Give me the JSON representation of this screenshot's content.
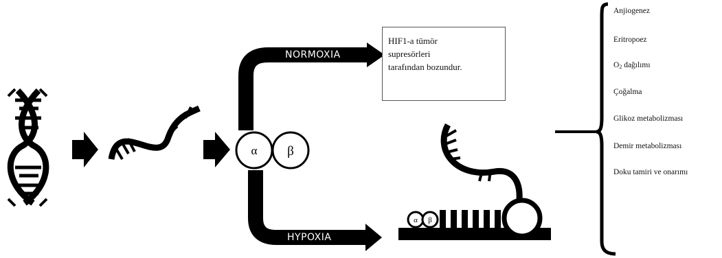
{
  "subunits": {
    "alpha": "α",
    "beta": "β"
  },
  "small_subunits": {
    "alpha": "α",
    "beta": "β"
  },
  "pathways": {
    "normoxia": "NORMOXIA",
    "hypoxia": "HYPOXIA"
  },
  "normoxia_box": {
    "lines": [
      "HIF1-a tümör",
      "supresörleri",
      "tarafından bozundur."
    ]
  },
  "outcomes": {
    "anjiogenez": "Anjiogenez",
    "eritropoez": "Eritropoez",
    "o2_prefix": "O",
    "o2_sub": "2",
    "o2_rest": " dağılımı",
    "cogalma": "Çoğalma",
    "glikoz": "Glikoz metabolizması",
    "demir": "Demir metabolizması",
    "doku": "Doku tamiri ve onarımı"
  },
  "colors": {
    "ink": "#000000",
    "background": "#ffffff"
  }
}
